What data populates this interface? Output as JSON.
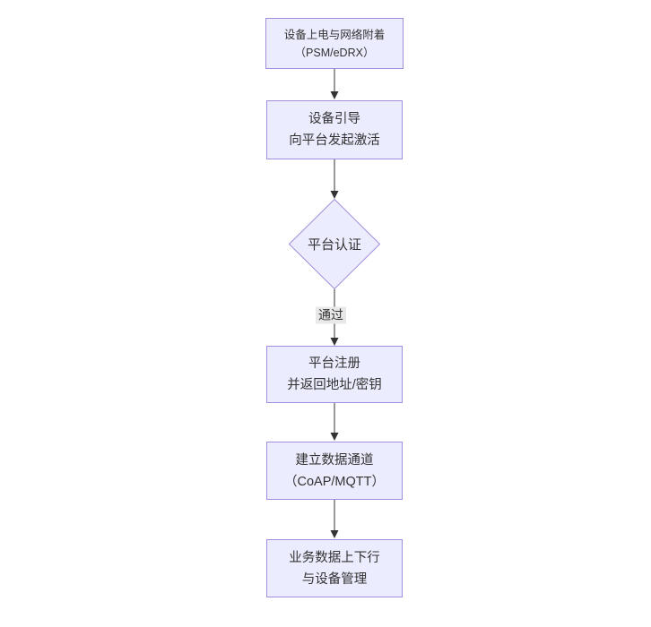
{
  "diagram": {
    "type": "flowchart",
    "direction": "top-down",
    "nodes": [
      {
        "id": "A",
        "shape": "rect",
        "lines": [
          "设备上电与网络附着",
          "（PSM/eDRX）"
        ]
      },
      {
        "id": "B",
        "shape": "rect",
        "lines": [
          "设备引导",
          "向平台发起激活"
        ]
      },
      {
        "id": "C",
        "shape": "diamond",
        "lines": [
          "平台认证"
        ]
      },
      {
        "id": "D",
        "shape": "rect",
        "lines": [
          "平台注册",
          "并返回地址/密钥"
        ]
      },
      {
        "id": "E",
        "shape": "rect",
        "lines": [
          "建立数据通道",
          "（CoAP/MQTT）"
        ]
      },
      {
        "id": "F",
        "shape": "rect",
        "lines": [
          "业务数据上下行",
          "与设备管理"
        ]
      }
    ],
    "edges": [
      {
        "from": "A",
        "to": "B",
        "label": ""
      },
      {
        "from": "B",
        "to": "C",
        "label": ""
      },
      {
        "from": "C",
        "to": "D",
        "label": "通过"
      },
      {
        "from": "D",
        "to": "E",
        "label": ""
      },
      {
        "from": "E",
        "to": "F",
        "label": ""
      }
    ],
    "colors": {
      "node_fill": "#ECECFF",
      "node_border": "#a08edd",
      "arrow": "#333333",
      "edge_label_bg": "#e8e8e8",
      "text": "#333333",
      "background": "#ffffff"
    }
  }
}
